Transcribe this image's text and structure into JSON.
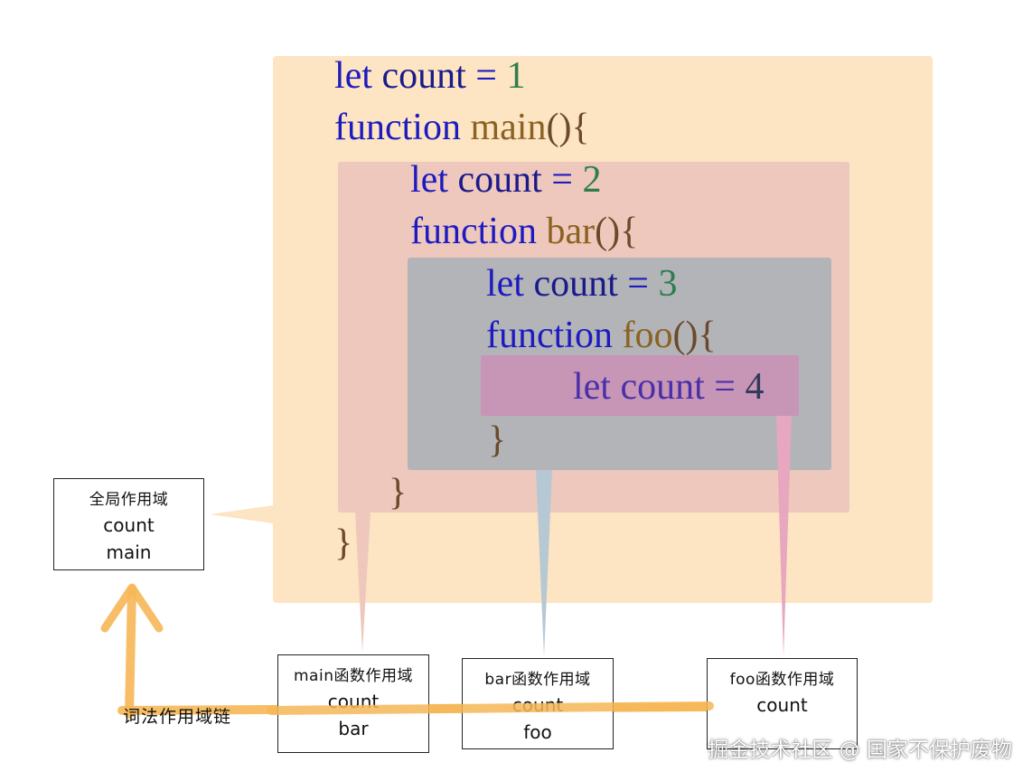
{
  "code": {
    "line1": {
      "kw": "let",
      "id": "count",
      "op": "=",
      "num": "1"
    },
    "line2": {
      "kw": "function",
      "fn": "main",
      "tail": "(){"
    },
    "line3": {
      "kw": "let",
      "id": "count",
      "op": "=",
      "num": "2"
    },
    "line4": {
      "kw": "function",
      "fn": "bar",
      "tail": "(){"
    },
    "line5": {
      "kw": "let",
      "id": "count",
      "op": "=",
      "num": "3"
    },
    "line6": {
      "kw": "function",
      "fn": "foo",
      "tail": "(){"
    },
    "line7": {
      "kw": "let",
      "id": "count",
      "op": "=",
      "num": "4"
    },
    "close_brace": "}"
  },
  "scopes": {
    "global": {
      "title": "全局作用域",
      "items": [
        "count",
        "main"
      ]
    },
    "main": {
      "title": "main函数作用域",
      "items": [
        "count",
        "bar"
      ]
    },
    "bar": {
      "title": "bar函数作用域",
      "items": [
        "count",
        "foo"
      ]
    },
    "foo": {
      "title": "foo函数作用域",
      "items": [
        "count"
      ]
    }
  },
  "chain_label": "词法作用域链",
  "watermark": "掘金技术社区 @ 国家不保护废物",
  "colors": {
    "global_scope": "#fde4c2",
    "main_scope": "#eec8bc",
    "bar_scope": "#b2b4b8",
    "foo_scope": "#c795b6",
    "chain": "#f6b756"
  }
}
